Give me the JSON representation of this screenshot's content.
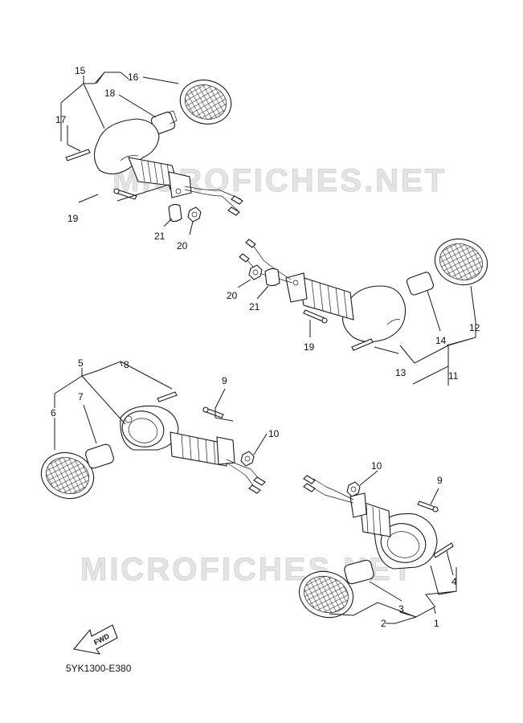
{
  "watermarks": [
    "MICROFICHES.NET",
    "MICROFICHES.NET"
  ],
  "diagram_code": "5YK1300-E380",
  "fwd_label": "FWD",
  "callouts": {
    "c1": "1",
    "c2": "2",
    "c3": "3",
    "c4": "4",
    "c5": "5",
    "c6": "6",
    "c7": "7",
    "c8": "8",
    "c9a": "9",
    "c9b": "9",
    "c10a": "10",
    "c10b": "10",
    "c11": "11",
    "c12": "12",
    "c13": "13",
    "c14": "14",
    "c15": "15",
    "c16": "16",
    "c17": "17",
    "c18": "18",
    "c19a": "19",
    "c19b": "19",
    "c20a": "20",
    "c20b": "20",
    "c21a": "21",
    "c21b": "21"
  }
}
